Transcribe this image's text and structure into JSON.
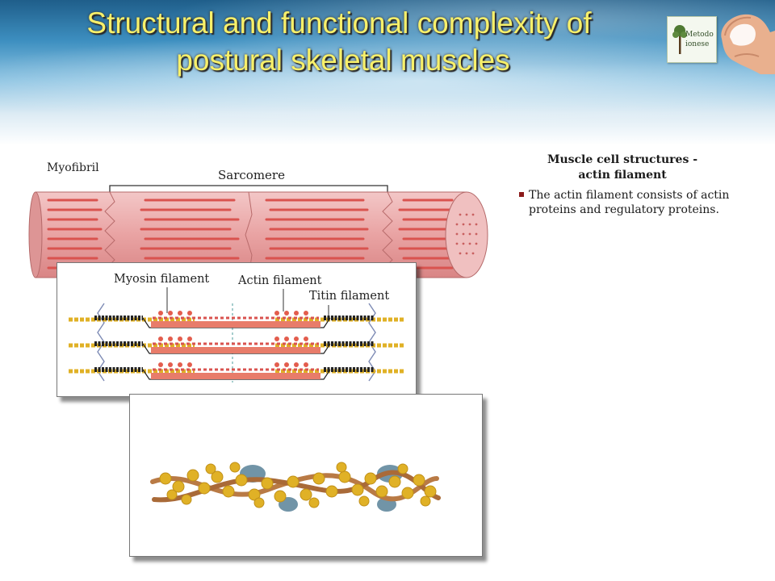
{
  "slide": {
    "title_line1": "Structural and functional complexity of",
    "title_line2": "postural skeletal muscles"
  },
  "logo": {
    "text_line1": "Metodo",
    "text_line2": "ionese"
  },
  "figure": {
    "myofibril_label": "Myofibril",
    "sarcomere_label": "Sarcomere",
    "myosin_label": "Myosin filament",
    "actin_label": "Actin filament",
    "titin_label": "Titin filament"
  },
  "sidebar": {
    "heading_line1": "Muscle cell structures -",
    "heading_line2": "actin filament",
    "bullet": "The actin filament consists of actin proteins and regulatory proteins."
  },
  "colors": {
    "title": "#f7f06a",
    "muscle_pink": "#e8a3a3",
    "muscle_red": "#d9534f",
    "actin_gold": "#e0b126",
    "strand_brown": "#b97a45",
    "regulatory_blue": "#6a8fa3",
    "bullet": "#8b1a1a"
  }
}
